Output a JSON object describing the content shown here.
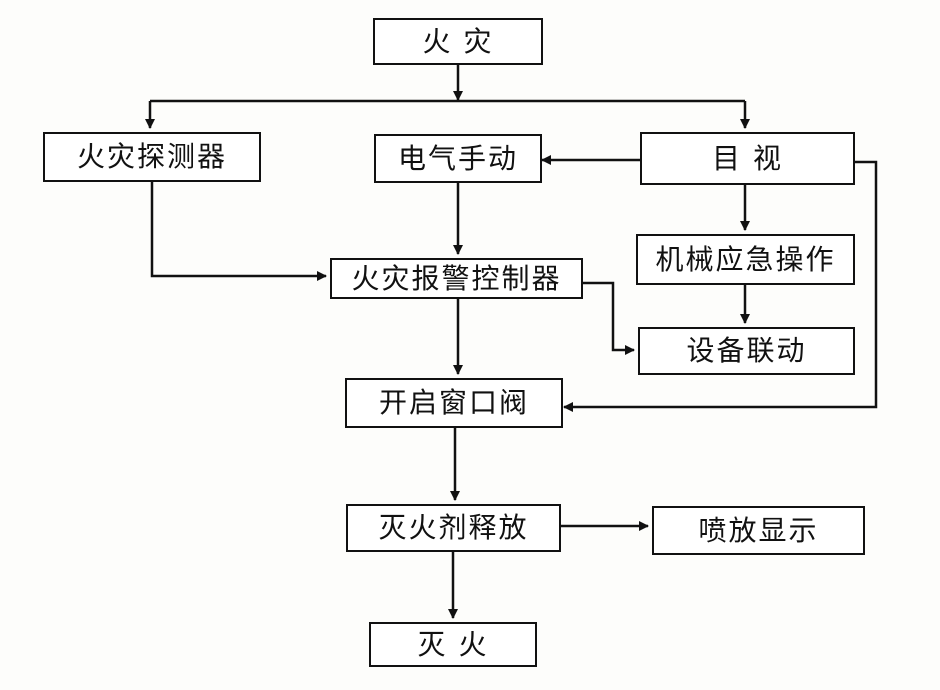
{
  "nodes": {
    "fire": "火 灾",
    "detector": "火灾探测器",
    "manual": "电气手动",
    "visual": "目 视",
    "mech": "机械应急操作",
    "controller": "火灾报警控制器",
    "linkage": "设备联动",
    "valve": "开启窗口阀",
    "agent": "灭火剂释放",
    "display": "喷放显示",
    "out": "灭 火"
  }
}
